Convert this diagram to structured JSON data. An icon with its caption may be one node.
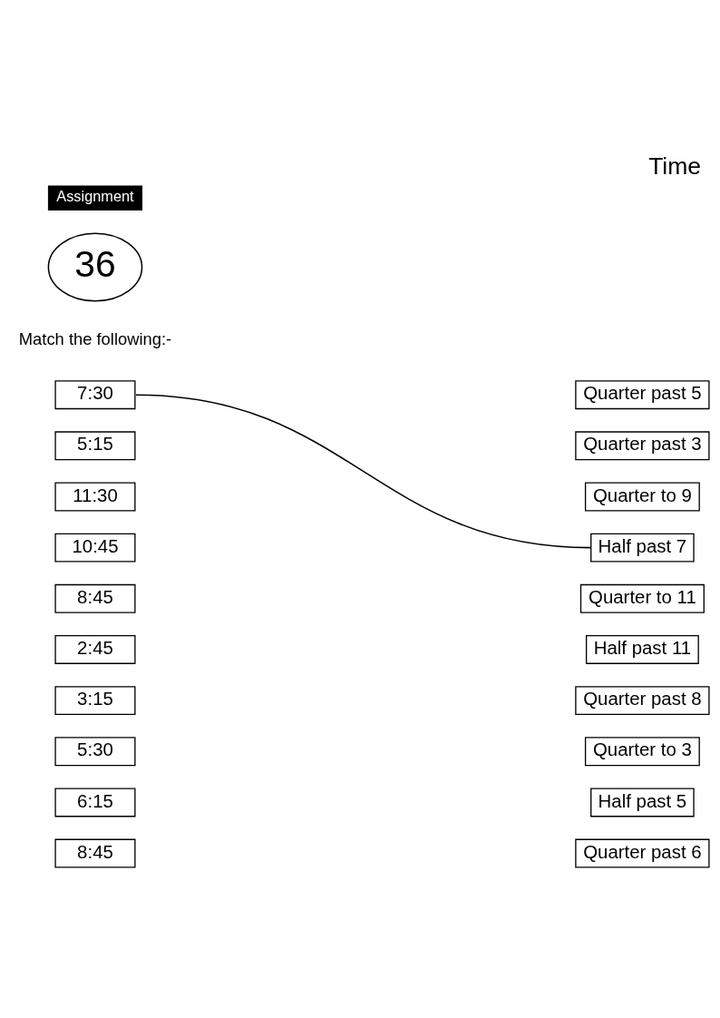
{
  "diagram": {
    "title": "Time",
    "nodes": [
      {
        "text": [
          "Assignment"
        ]
      },
      {
        "text": [
          "36"
        ]
      },
      {
        "text": [
          "7:30"
        ]
      },
      {
        "text": [
          "5:15"
        ]
      },
      {
        "text": [
          "11:30"
        ]
      },
      {
        "text": [
          "10:45"
        ]
      },
      {
        "text": [
          "8:45"
        ]
      },
      {
        "text": [
          "2:45"
        ]
      },
      {
        "text": [
          "3:15"
        ]
      },
      {
        "text": [
          "5:30"
        ]
      },
      {
        "text": [
          "6:15"
        ]
      },
      {
        "text": [
          "8:45"
        ]
      },
      {
        "text": [
          "Quarter past 5"
        ]
      },
      {
        "text": [
          "Quarter past 3"
        ]
      },
      {
        "text": [
          "Quarter to 9"
        ]
      },
      {
        "text": [
          "Half past 7"
        ]
      },
      {
        "text": [
          "Quarter to 11"
        ]
      },
      {
        "text": [
          "Half past 11"
        ]
      },
      {
        "text": [
          "Quarter past 8"
        ]
      },
      {
        "text": [
          "Quarter to 3"
        ]
      },
      {
        "text": [
          "Half past 5"
        ]
      },
      {
        "text": [
          "Quarter past 6"
        ]
      }
    ],
    "edges": [
      {
        "from": 2,
        "to": 15,
        "arrow": "none"
      }
    ],
    "labels": [
      "Match the following:-"
    ]
  }
}
